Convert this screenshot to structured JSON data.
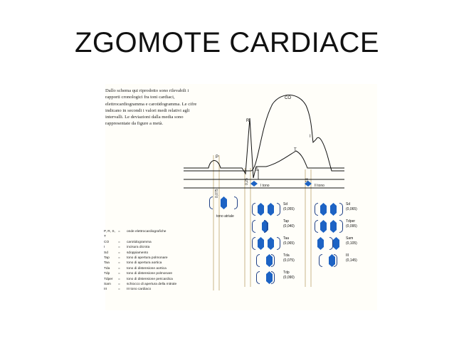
{
  "title": "ZGOMOTE CARDIACE",
  "figure": {
    "intro": "Dallo schema qui riprodotto sono rilevabili i rapporti cronologici fra toni cardiaci, elettrocardiogramma e carotidogramma. Le cifre indicano in secondi i valori medi relativi agli intervalli. Le deviazioni dalla media sono rappresentate da figure a metà.",
    "curve_labels": {
      "co": "CO",
      "r": "R",
      "p": "P",
      "t": "T",
      "i": "I",
      "s": "S"
    },
    "tone_labels": {
      "first": "I tono",
      "second": "II tono",
      "atrial": "tono atriale"
    },
    "vertical_values": {
      "a": "0,075",
      "b": "0,25",
      "c": "0,14"
    },
    "measurements": [
      {
        "code": "Sd",
        "value": "(0,055)"
      },
      {
        "code": "Tap",
        "value": "(0,040)"
      },
      {
        "code": "Taa",
        "value": "(0,065)"
      },
      {
        "code": "Tda",
        "value": "(0,075)"
      },
      {
        "code": "Tdp",
        "value": "(0,090)"
      },
      {
        "code": "Sd",
        "value": "(0,065)"
      },
      {
        "code": "Tdper",
        "value": "(0,095)"
      },
      {
        "code": "Sam",
        "value": "(0,105)"
      },
      {
        "code": "III",
        "value": "(0,145)"
      }
    ],
    "legend": [
      {
        "key": "P, R, S, T",
        "eq": "=",
        "text": "onde elettrocardiografiche"
      },
      {
        "key": "CO",
        "eq": "=",
        "text": "carotidogramma"
      },
      {
        "key": "I",
        "eq": "=",
        "text": "incisura dicrota"
      },
      {
        "key": "Sd",
        "eq": "=",
        "text": "sdoppiamento"
      },
      {
        "key": "Tap",
        "eq": "=",
        "text": "tono di apertura polmonare"
      },
      {
        "key": "Taa",
        "eq": "=",
        "text": "tono di apertura aortica"
      },
      {
        "key": "Tda",
        "eq": "=",
        "text": "tono di distensione aortica"
      },
      {
        "key": "Tdp",
        "eq": "=",
        "text": "tono di distensione polmonare"
      },
      {
        "key": "Tdper",
        "eq": "=",
        "text": "tono di distensione pericardica"
      },
      {
        "key": "Sam",
        "eq": "=",
        "text": "schiocco di apertura della mitrale"
      },
      {
        "key": "III",
        "eq": "=",
        "text": "III tono cardiaco"
      }
    ]
  },
  "colors": {
    "hex_fill": "#1d63c4",
    "bracket": "#1e3f86",
    "guide": "#c9b78a"
  }
}
